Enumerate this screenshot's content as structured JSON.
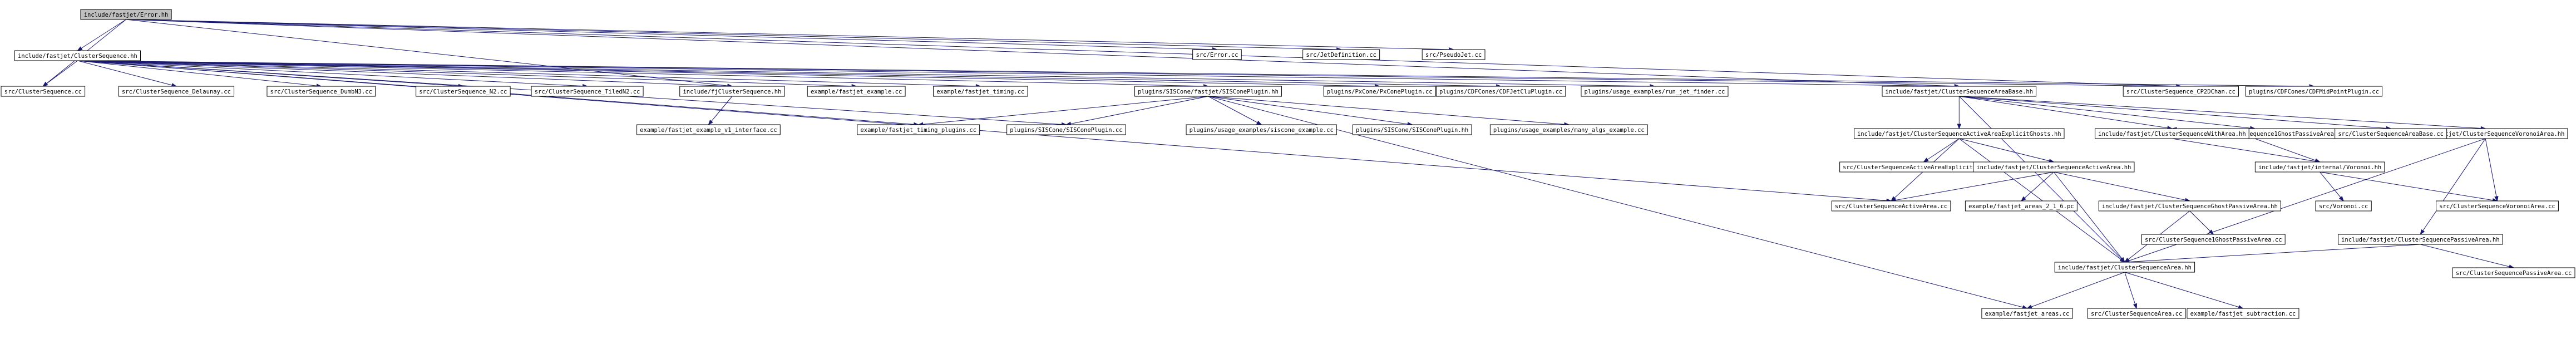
{
  "nodes": [
    {
      "id": "n0",
      "label": "include/fastjet/Error.hh",
      "root": true
    },
    {
      "id": "n1",
      "label": "include/fastjet/ClusterSequence.hh"
    },
    {
      "id": "n2",
      "label": "src/Error.cc"
    },
    {
      "id": "n3",
      "label": "src/JetDefinition.cc"
    },
    {
      "id": "n4",
      "label": "src/PseudoJet.cc"
    },
    {
      "id": "n5",
      "label": "src/ClusterSequence.cc"
    },
    {
      "id": "n6",
      "label": "src/ClusterSequence_Delaunay.cc"
    },
    {
      "id": "n7",
      "label": "src/ClusterSequence_DumbN3.cc"
    },
    {
      "id": "n8",
      "label": "src/ClusterSequence_N2.cc"
    },
    {
      "id": "n9",
      "label": "src/ClusterSequence_TiledN2.cc"
    },
    {
      "id": "n10",
      "label": "include/fjClusterSequence.hh"
    },
    {
      "id": "n11",
      "label": "example/fastjet_example.cc"
    },
    {
      "id": "n12",
      "label": "example/fastjet_timing.cc"
    },
    {
      "id": "n13",
      "label": "plugins/SISCone/fastjet/SISConePlugin.hh"
    },
    {
      "id": "n14",
      "label": "plugins/PxCone/PxConePlugin.cc"
    },
    {
      "id": "n15",
      "label": "plugins/CDFCones/CDFJetCluPlugin.cc"
    },
    {
      "id": "n16",
      "label": "plugins/usage_examples/run_jet_finder.cc"
    },
    {
      "id": "n17",
      "label": "include/fastjet/ClusterSequenceAreaBase.hh"
    },
    {
      "id": "n18",
      "label": "src/ClusterSequence_CP2DChan.cc"
    },
    {
      "id": "n19",
      "label": "plugins/CDFCones/CDFMidPointPlugin.cc"
    },
    {
      "id": "n20",
      "label": "example/fastjet_example_v1_interface.cc"
    },
    {
      "id": "n21",
      "label": "example/fastjet_timing_plugins.cc"
    },
    {
      "id": "n22",
      "label": "plugins/SISCone/SISConePlugin.cc"
    },
    {
      "id": "n23",
      "label": "plugins/usage_examples/siscone_example.cc"
    },
    {
      "id": "n24",
      "label": "plugins/SISCone/SISConePlugin.hh"
    },
    {
      "id": "n25",
      "label": "plugins/usage_examples/many_algs_example.cc"
    },
    {
      "id": "n26",
      "label": "include/fastjet/ClusterSequenceActiveAreaExplicitGhosts.hh"
    },
    {
      "id": "n27",
      "label": "include/fastjet/ClusterSequence1GhostPassiveArea.hh"
    },
    {
      "id": "n28",
      "label": "include/fastjet/ClusterSequenceVoronoiArea.hh"
    },
    {
      "id": "n29",
      "label": "include/fastjet/ClusterSequenceWithArea.hh"
    },
    {
      "id": "n30",
      "label": "src/ClusterSequenceAreaBase.cc"
    },
    {
      "id": "n31",
      "label": "src/ClusterSequenceActiveAreaExplicitGhosts.cc"
    },
    {
      "id": "n32",
      "label": "include/fastjet/ClusterSequenceActiveArea.hh"
    },
    {
      "id": "n33",
      "label": "include/fastjet/internal/Voronoi.hh"
    },
    {
      "id": "n34",
      "label": "src/ClusterSequenceActiveArea.cc"
    },
    {
      "id": "n35",
      "label": "example/fastjet_areas_2_1_6.pc"
    },
    {
      "id": "n36",
      "label": "include/fastjet/ClusterSequenceGhostPassiveArea.hh"
    },
    {
      "id": "n37",
      "label": "src/Voronoi.cc"
    },
    {
      "id": "n38",
      "label": "src/ClusterSequenceVoronoiArea.cc"
    },
    {
      "id": "n39",
      "label": "src/ClusterSequence1GhostPassiveArea.cc"
    },
    {
      "id": "n40",
      "label": "include/fastjet/ClusterSequencePassiveArea.hh"
    },
    {
      "id": "n41",
      "label": "include/fastjet/ClusterSequenceArea.hh"
    },
    {
      "id": "n42",
      "label": "src/ClusterSequencePassiveArea.cc"
    },
    {
      "id": "n43",
      "label": "example/fastjet_areas.cc"
    },
    {
      "id": "n44",
      "label": "src/ClusterSequenceArea.cc"
    },
    {
      "id": "n45",
      "label": "example/fastjet_subtraction.cc"
    }
  ],
  "edges": [
    [
      "n0",
      "n1"
    ],
    [
      "n0",
      "n2"
    ],
    [
      "n0",
      "n3"
    ],
    [
      "n0",
      "n4"
    ],
    [
      "n0",
      "n5"
    ],
    [
      "n0",
      "n10"
    ],
    [
      "n0",
      "n17"
    ],
    [
      "n0",
      "n18"
    ],
    [
      "n1",
      "n5"
    ],
    [
      "n1",
      "n6"
    ],
    [
      "n1",
      "n7"
    ],
    [
      "n1",
      "n8"
    ],
    [
      "n1",
      "n9"
    ],
    [
      "n1",
      "n10"
    ],
    [
      "n1",
      "n11"
    ],
    [
      "n1",
      "n12"
    ],
    [
      "n1",
      "n13"
    ],
    [
      "n1",
      "n14"
    ],
    [
      "n1",
      "n15"
    ],
    [
      "n1",
      "n16"
    ],
    [
      "n1",
      "n17"
    ],
    [
      "n1",
      "n18"
    ],
    [
      "n1",
      "n19"
    ],
    [
      "n1",
      "n21"
    ],
    [
      "n1",
      "n22"
    ],
    [
      "n1",
      "n34"
    ],
    [
      "n10",
      "n20"
    ],
    [
      "n13",
      "n21"
    ],
    [
      "n13",
      "n22"
    ],
    [
      "n13",
      "n23"
    ],
    [
      "n13",
      "n24"
    ],
    [
      "n13",
      "n25"
    ],
    [
      "n13",
      "n43"
    ],
    [
      "n17",
      "n26"
    ],
    [
      "n17",
      "n27"
    ],
    [
      "n17",
      "n28"
    ],
    [
      "n17",
      "n29"
    ],
    [
      "n17",
      "n30"
    ],
    [
      "n17",
      "n41"
    ],
    [
      "n26",
      "n31"
    ],
    [
      "n26",
      "n32"
    ],
    [
      "n26",
      "n34"
    ],
    [
      "n26",
      "n41"
    ],
    [
      "n32",
      "n34"
    ],
    [
      "n32",
      "n35"
    ],
    [
      "n32",
      "n36"
    ],
    [
      "n32",
      "n41"
    ],
    [
      "n27",
      "n33"
    ],
    [
      "n27",
      "n29"
    ],
    [
      "n29",
      "n33"
    ],
    [
      "n33",
      "n37"
    ],
    [
      "n33",
      "n38"
    ],
    [
      "n28",
      "n38"
    ],
    [
      "n28",
      "n40"
    ],
    [
      "n28",
      "n41"
    ],
    [
      "n36",
      "n39"
    ],
    [
      "n36",
      "n41"
    ],
    [
      "n40",
      "n41"
    ],
    [
      "n40",
      "n42"
    ],
    [
      "n41",
      "n43"
    ],
    [
      "n41",
      "n44"
    ],
    [
      "n41",
      "n45"
    ]
  ]
}
